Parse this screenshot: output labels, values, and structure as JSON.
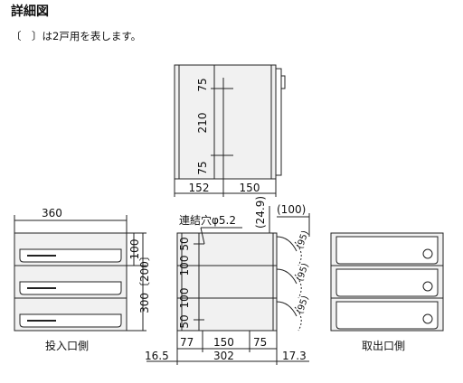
{
  "title": "詳細図",
  "note": "〔　〕は2戸用を表します。",
  "captions": {
    "front": "投入口側",
    "back": "取出口側"
  },
  "dims": {
    "top_v1": "75",
    "top_v2": "210",
    "top_v3": "75",
    "top_w1": "152",
    "top_w2": "150",
    "front_w": "360",
    "front_h1": "100",
    "front_h2": "300〔200〕",
    "side_hole": "連結穴φ5.2",
    "side_249": "(24.9)",
    "side_100": "(100)",
    "side_95a": "(95)",
    "side_95b": "(95)",
    "side_95c": "(95)",
    "side_l1": "50",
    "side_l2": "100",
    "side_l3": "100",
    "side_l4": "50",
    "side_b1": "77",
    "side_b2": "150",
    "side_b3": "75",
    "side_b4": "302",
    "side_b5": "16.5",
    "side_b6": "17.3"
  }
}
